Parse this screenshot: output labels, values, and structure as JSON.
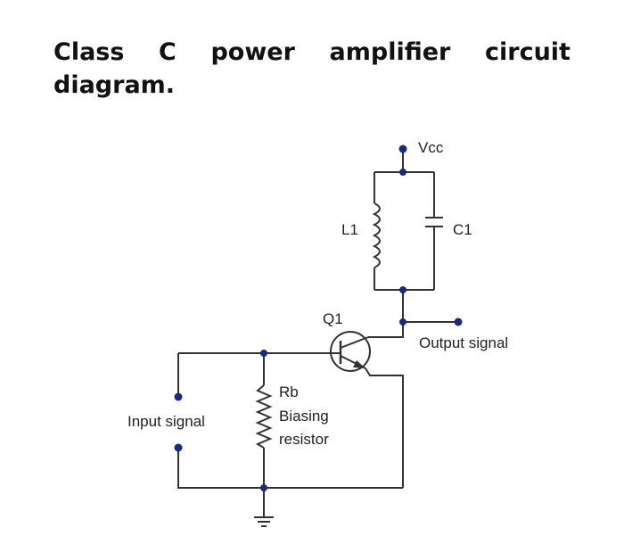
{
  "heading": {
    "words": [
      "Class",
      "C",
      "power",
      "amplifier",
      "circuit"
    ],
    "line2": "diagram."
  },
  "diagram": {
    "vcc_label": "Vcc",
    "inductor_label": "L1",
    "capacitor_label": "C1",
    "transistor_label": "Q1",
    "output_label": "Output signal",
    "input_label": "Input signal",
    "resistor_labels": [
      "Rb",
      "Biasing",
      "resistor"
    ]
  },
  "colors": {
    "wire": "#333333",
    "node_dot": "#1b2a80",
    "text": "#222222"
  }
}
